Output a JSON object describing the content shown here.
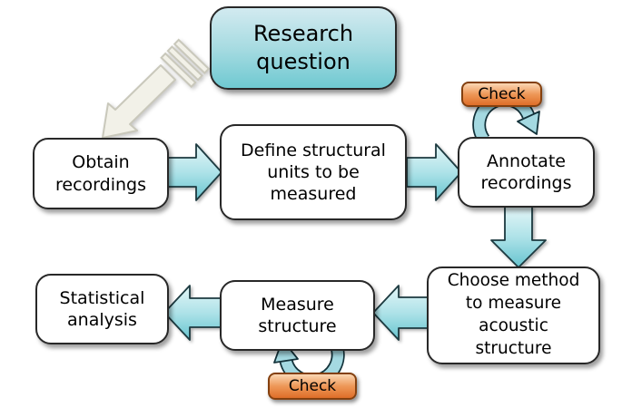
{
  "diagram": {
    "type": "flowchart",
    "nodes": {
      "research_question": {
        "label": "Research\nquestion",
        "fill_top": "#d2eaf0",
        "fill_bottom": "#6fc9d1"
      },
      "obtain_recordings": {
        "label": "Obtain\nrecordings",
        "fill": "#ffffff"
      },
      "define_units": {
        "label": "Define structural\nunits to be\nmeasured",
        "fill": "#ffffff"
      },
      "annotate_recordings": {
        "label": "Annotate\nrecordings",
        "fill": "#ffffff"
      },
      "choose_method": {
        "label": "Choose method\nto measure\nacoustic\nstructure",
        "fill": "#ffffff"
      },
      "measure_structure": {
        "label": "Measure\nstructure",
        "fill": "#ffffff"
      },
      "statistical_analysis": {
        "label": "Statistical\nanalysis",
        "fill": "#ffffff"
      },
      "check_top": {
        "label": "Check",
        "fill_top": "#fbd7b4",
        "fill_bottom": "#df6e29"
      },
      "check_bottom": {
        "label": "Check",
        "fill_top": "#fbd7b4",
        "fill_bottom": "#df6e29"
      }
    },
    "edges": [
      {
        "from": "research_question",
        "to": "obtain_recordings",
        "style": "broken-outline-arrow"
      },
      {
        "from": "obtain_recordings",
        "to": "define_units",
        "style": "block-arrow-right"
      },
      {
        "from": "define_units",
        "to": "annotate_recordings",
        "style": "block-arrow-right"
      },
      {
        "from": "annotate_recordings",
        "to": "annotate_recordings",
        "style": "check-loop"
      },
      {
        "from": "annotate_recordings",
        "to": "choose_method",
        "style": "block-arrow-down"
      },
      {
        "from": "choose_method",
        "to": "measure_structure",
        "style": "block-arrow-left"
      },
      {
        "from": "measure_structure",
        "to": "measure_structure",
        "style": "check-loop"
      },
      {
        "from": "measure_structure",
        "to": "statistical_analysis",
        "style": "block-arrow-left"
      }
    ],
    "colors": {
      "arrow_gradient_light": "#e4f6f7",
      "arrow_gradient_mid": "#aee2e8",
      "arrow_gradient_dark": "#67c4cf",
      "arrow_outline": "#1c3a40",
      "loop_fill": "#a4d9e1",
      "loop_outline": "#13323a",
      "start_arrow_fill": "#f2f1e8",
      "start_arrow_outline": "#c9c8bb",
      "node_border": "#282828",
      "check_border": "#84400f",
      "background": "#ffffff"
    }
  }
}
